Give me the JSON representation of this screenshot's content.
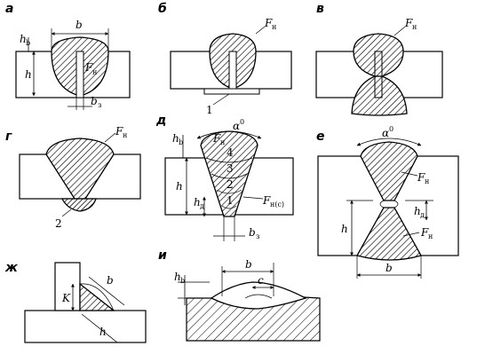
{
  "panels": [
    {
      "letter": "а",
      "labels": {
        "b": "b",
        "hb": "h",
        "hb_sub": "b",
        "h": "h",
        "fn": "F",
        "fn_sub": "н",
        "b3": "b",
        "b3_sub": "з"
      }
    },
    {
      "letter": "б",
      "labels": {
        "fn": "F",
        "fn_sub": "н",
        "callout": "1"
      }
    },
    {
      "letter": "в",
      "labels": {
        "fn": "F",
        "fn_sub": "н"
      }
    },
    {
      "letter": "г",
      "labels": {
        "fn": "F",
        "fn_sub": "н",
        "callout": "2"
      }
    },
    {
      "letter": "д",
      "labels": {
        "alpha": "α",
        "alpha_sup": "0",
        "hb": "h",
        "hb_sub": "b",
        "h": "h",
        "fn": "F",
        "fn_sub": "н",
        "fnc": "F",
        "fnc_sub": "н(с)",
        "hd": "h",
        "hd_sub": "д",
        "b3": "b",
        "b3_sub": "з",
        "layers": [
          "4",
          "3",
          "2",
          "1"
        ]
      }
    },
    {
      "letter": "е",
      "labels": {
        "alpha": "α",
        "alpha_sup": "0",
        "fn_top": "F",
        "fn_top_sub": "н",
        "fn_bot": "F",
        "fn_bot_sub": "н",
        "h": "h",
        "hd": "h",
        "hd_sub": "д",
        "b": "b"
      }
    },
    {
      "letter": "ж",
      "labels": {
        "k": "K",
        "b": "b",
        "h": "h"
      }
    },
    {
      "letter": "и",
      "labels": {
        "hb": "h",
        "hb_sub": "b",
        "b": "b",
        "c": "c"
      }
    }
  ]
}
